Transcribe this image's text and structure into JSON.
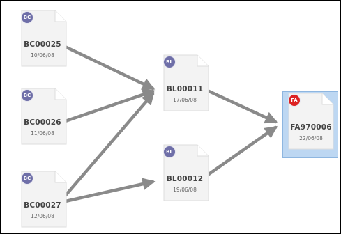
{
  "colors": {
    "arrow": "#8a8a8a",
    "badge_bc": "#6f6fa8",
    "badge_bl": "#6f6fa8",
    "badge_fa": "#dd2222",
    "selected_bg": "#bdd7f2",
    "page_fill": "#f3f3f3"
  },
  "documents": [
    {
      "id": "bc25",
      "badge": "BC",
      "badge_color": "#6f6fa8",
      "code": "BC00025",
      "date": "10/06/08",
      "selected": false
    },
    {
      "id": "bc26",
      "badge": "BC",
      "badge_color": "#6f6fa8",
      "code": "BC00026",
      "date": "11/06/08",
      "selected": false
    },
    {
      "id": "bc27",
      "badge": "BC",
      "badge_color": "#6f6fa8",
      "code": "BC00027",
      "date": "12/06/08",
      "selected": false
    },
    {
      "id": "bl11",
      "badge": "BL",
      "badge_color": "#6f6fa8",
      "code": "BL00011",
      "date": "17/06/08",
      "selected": false
    },
    {
      "id": "bl12",
      "badge": "BL",
      "badge_color": "#6f6fa8",
      "code": "BL00012",
      "date": "19/06/08",
      "selected": false
    },
    {
      "id": "fa06",
      "badge": "FA",
      "badge_color": "#dd2222",
      "code": "FA970006",
      "date": "22/06/08",
      "selected": true
    }
  ],
  "links": [
    {
      "from": "BC00025",
      "to": "BL00011"
    },
    {
      "from": "BC00026",
      "to": "BL00011"
    },
    {
      "from": "BC00027",
      "to": "BL00011"
    },
    {
      "from": "BC00027",
      "to": "BL00012"
    },
    {
      "from": "BL00011",
      "to": "FA970006"
    },
    {
      "from": "BL00012",
      "to": "FA970006"
    }
  ]
}
